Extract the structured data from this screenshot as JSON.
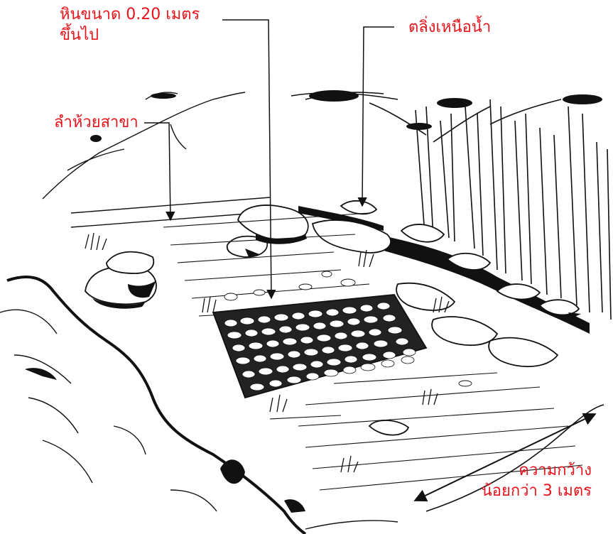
{
  "labels": {
    "stone_size": {
      "line1": "หินขนาด 0.20 เมตร",
      "line2": "ขึ้นไป"
    },
    "check_dam": "ตลิ่งเหนือน้ำ",
    "tributary": "ลำห้วยสาขา",
    "width": {
      "line1": "ความกว้าง",
      "line2": "น้อยกว่า 3 เมตร"
    }
  },
  "colors": {
    "label": "#e8141c",
    "ink": "#111111"
  }
}
